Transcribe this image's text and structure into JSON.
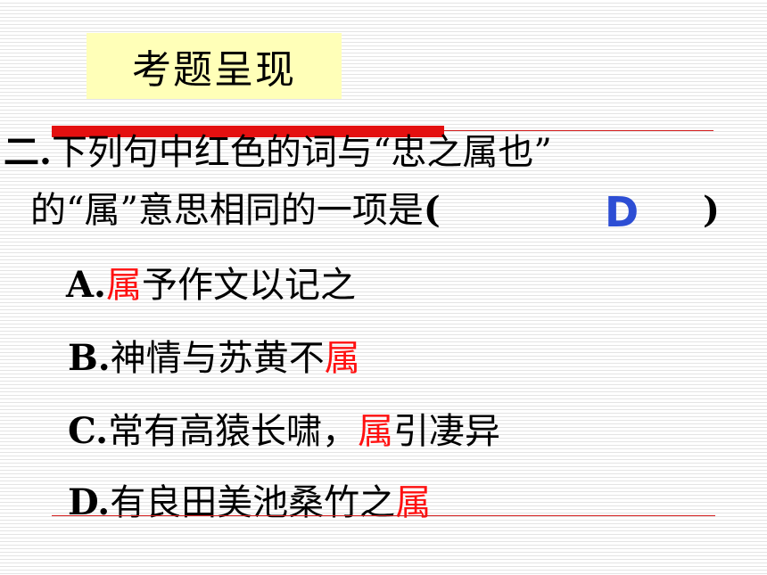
{
  "slide": {
    "title": "考题呈现",
    "question": {
      "number": "二.",
      "line1_text": "下列句中红色的词与“忠之属也”",
      "line2_text": "的“属”意思相同的一项是",
      "open_paren": "(",
      "close_paren": ")",
      "answer": "D"
    },
    "options": [
      {
        "letter": "A.",
        "before": "",
        "highlight": "属",
        "after": "予作文以记之"
      },
      {
        "letter": "B.",
        "before": "神情与苏黄不",
        "highlight": "属",
        "after": ""
      },
      {
        "letter": "C.",
        "before": "常有高猿长啸，",
        "highlight": "属",
        "after": "引凄异"
      },
      {
        "letter": "D.",
        "before": "有良田美池桑竹之",
        "highlight": "属",
        "after": ""
      }
    ],
    "colors": {
      "highlight": "#ff1010",
      "answer": "#2d4ed4",
      "title_bg": "#ffffb8",
      "deco_bar": "#e41010"
    }
  }
}
